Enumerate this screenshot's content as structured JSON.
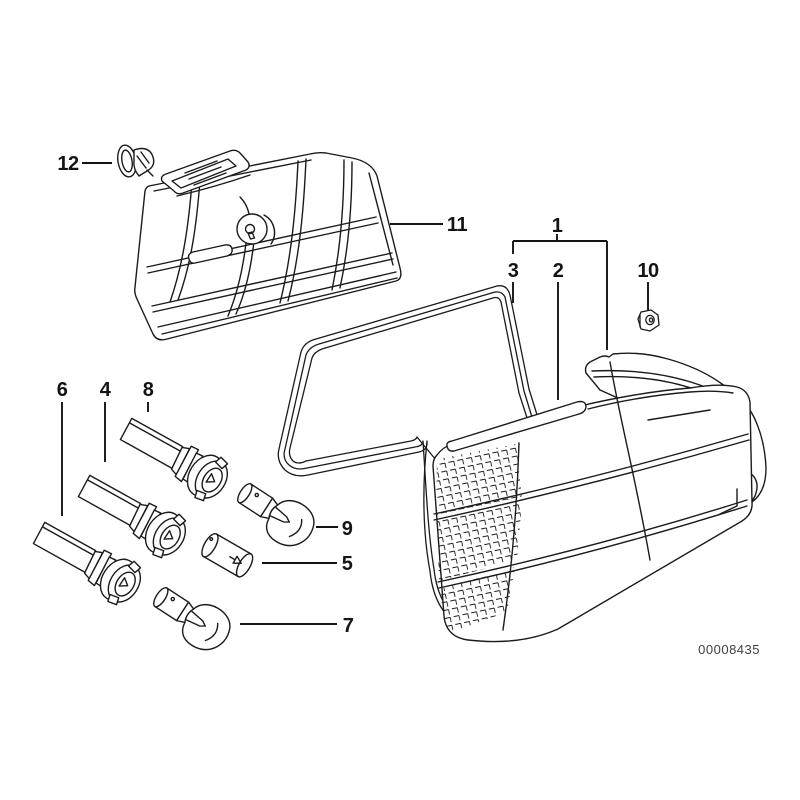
{
  "page": {
    "background": "#ffffff"
  },
  "diagram": {
    "type": "exploded-parts-diagram",
    "subject": "rear-tail-light-assembly",
    "doc_number": "00008435",
    "colors": {
      "line": "#1b1b1b",
      "label": "#141414",
      "doc_number_text": "#3f3f3f",
      "background": "#ffffff"
    },
    "callouts": {
      "n1": "1",
      "n2": "2",
      "n3": "3",
      "n4": "4",
      "n5": "5",
      "n6": "6",
      "n7": "7",
      "n8": "8",
      "n9": "9",
      "n10": "10",
      "n11": "11",
      "n12": "12"
    },
    "parts": {
      "1": "tail-light-assembly",
      "2": "tail-light-housing",
      "3": "seal-gasket",
      "4": "bulb-socket",
      "5": "bulb",
      "6": "bulb-socket",
      "7": "bulb",
      "8": "bulb-socket",
      "9": "bulb",
      "10": "hex-nut",
      "11": "lamp-carrier",
      "12": "retaining-clip"
    }
  }
}
